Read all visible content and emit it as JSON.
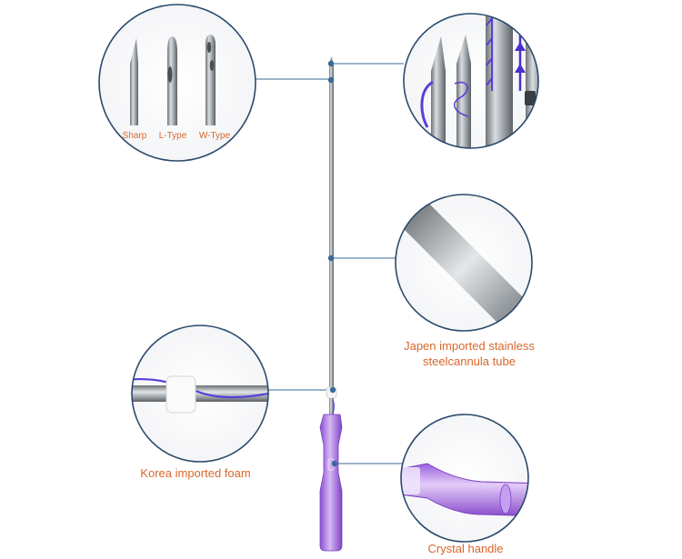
{
  "callouts": {
    "tips": {
      "sharp": "Sharp",
      "l_type": "L-Type",
      "w_type": "W-Type"
    },
    "tube": {
      "line1": "Japen imported stainless",
      "line2": "steelcannula tube"
    },
    "foam": "Korea imported foam",
    "handle": "Crystal handle"
  },
  "colors": {
    "label": "#d9662a",
    "circle_border": "#2b4a6b",
    "connector": "#3a6a9a",
    "thread": "#5a3fd6",
    "handle": "#a86ae0"
  }
}
